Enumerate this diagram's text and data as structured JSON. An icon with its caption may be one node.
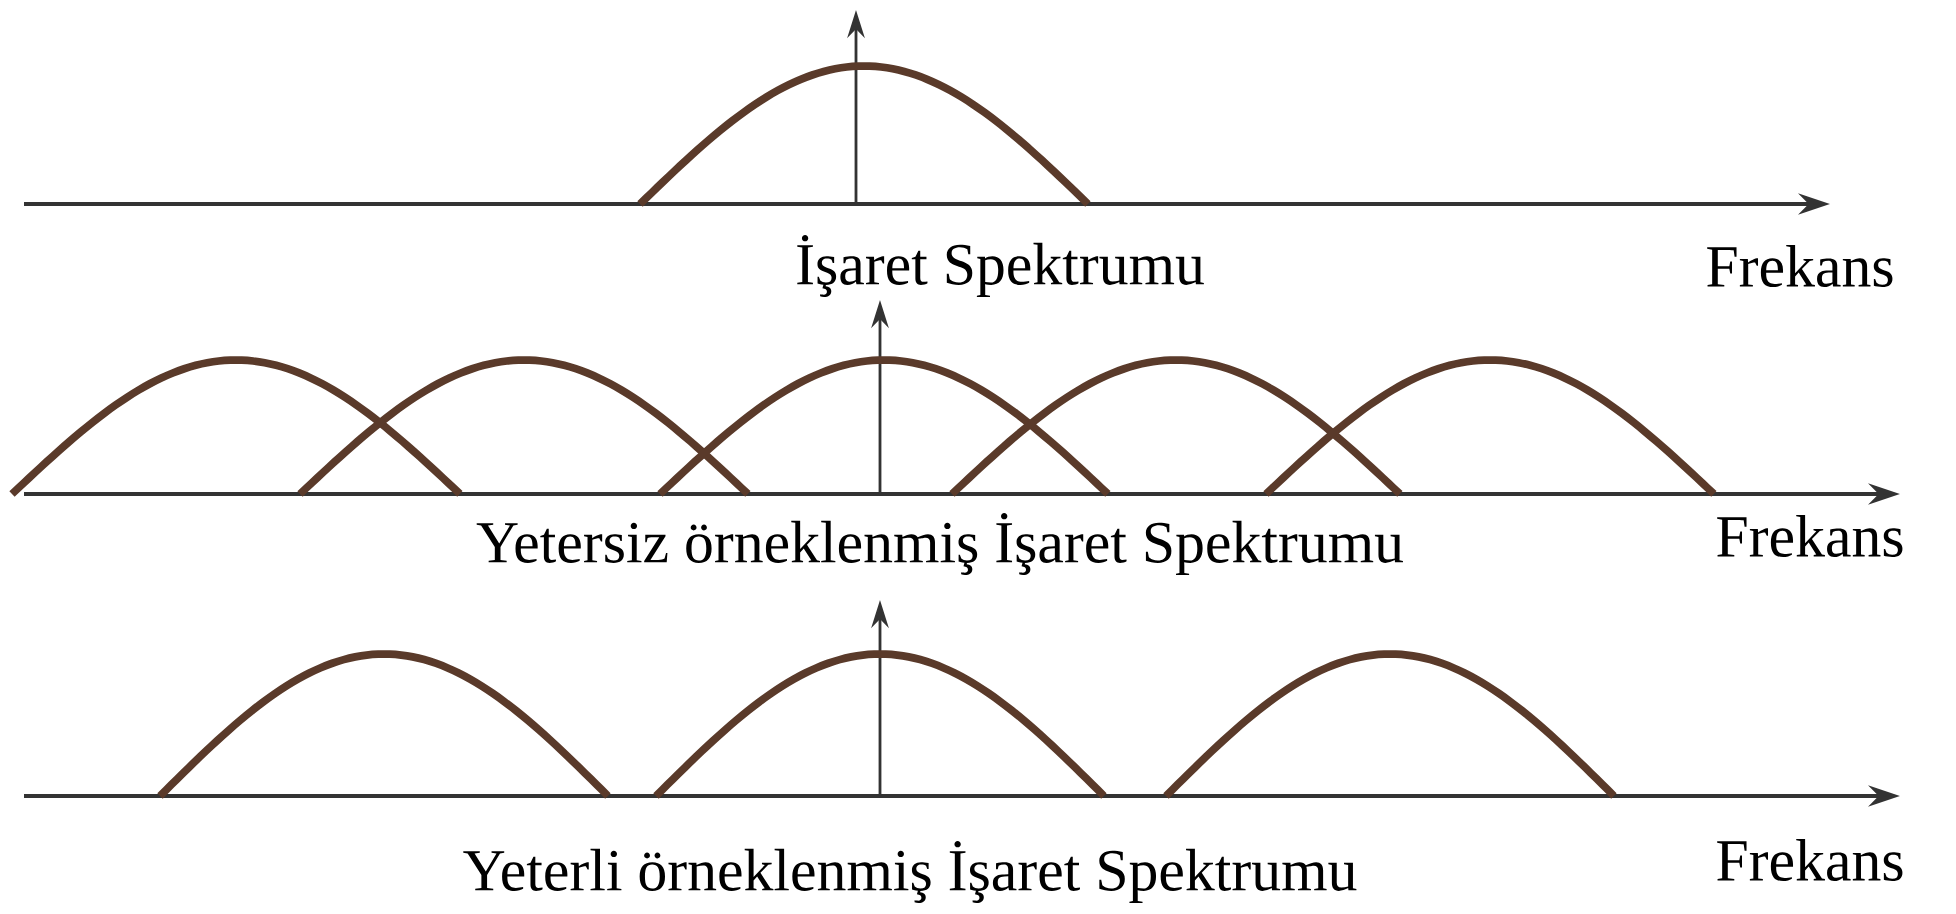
{
  "diagram": {
    "labels": [
      "İşaret Spektrumu",
      "Frekans",
      "Yetersiz örneklenmiş İşaret Spektrumu",
      "Frekans",
      "Yeterli örneklenmiş İşaret Spektrumu",
      "Frekans"
    ]
  }
}
